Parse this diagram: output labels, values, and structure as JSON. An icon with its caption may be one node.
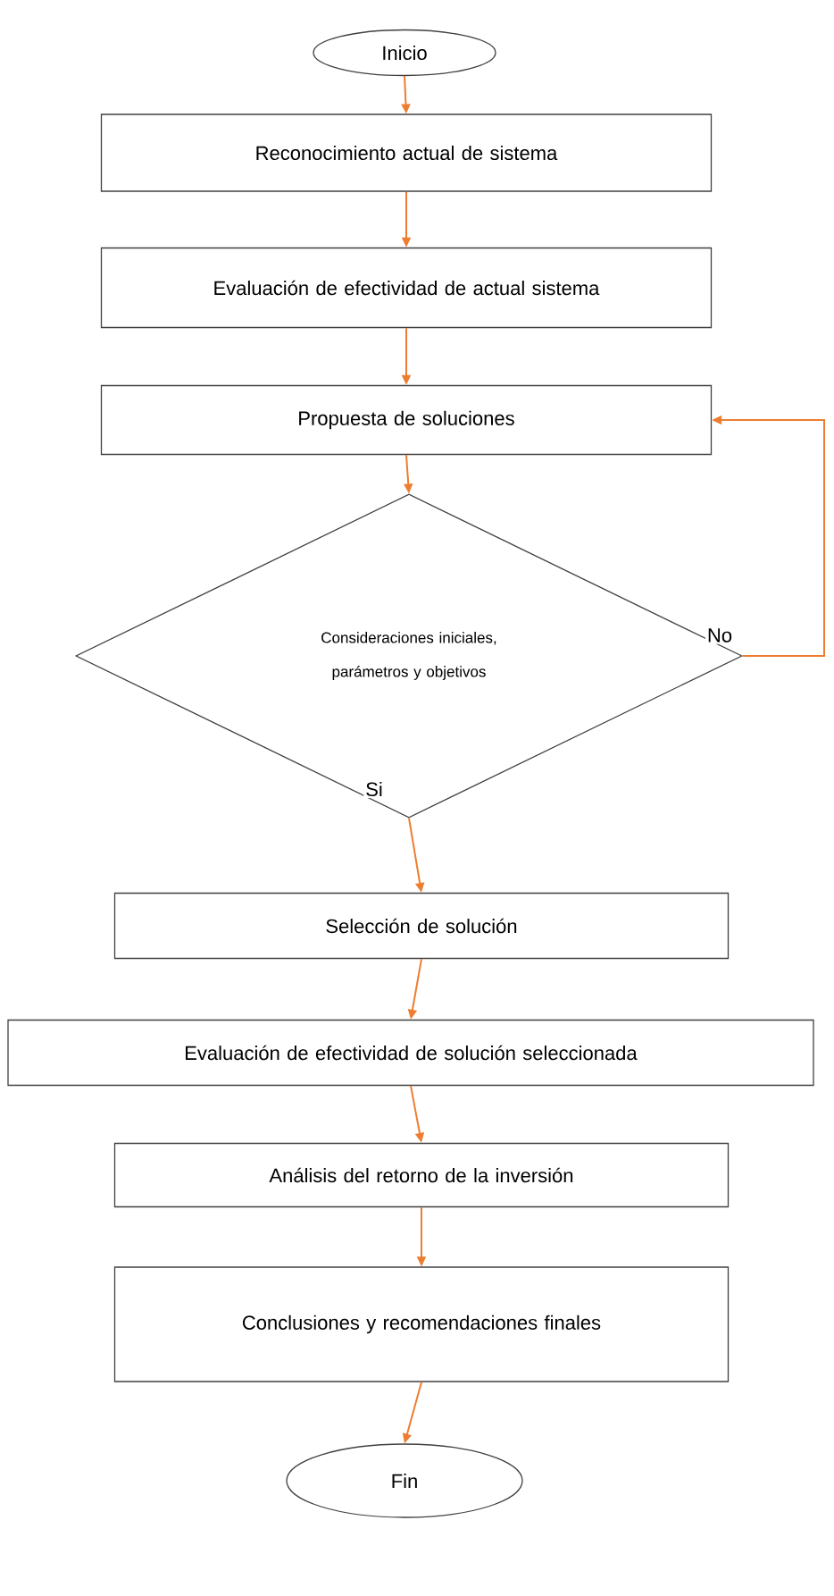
{
  "diagram": {
    "nodes": [
      {
        "text": [
          "Inicio"
        ]
      },
      {
        "text": [
          "Reconocimiento actual de sistema"
        ]
      },
      {
        "text": [
          "Evaluación de efectividad de actual sistema"
        ]
      },
      {
        "text": [
          "Propuesta de soluciones"
        ]
      },
      {
        "text": [
          "Consideraciones iniciales, parámetros y objetivos"
        ]
      },
      {
        "text": [
          "Selección de solución"
        ]
      },
      {
        "text": [
          "Evaluación de efectividad de solución seleccionada"
        ]
      },
      {
        "text": [
          "Análisis del retorno de la inversión"
        ]
      },
      {
        "text": [
          "Conclusiones y recomendaciones finales"
        ]
      },
      {
        "text": [
          "Fin"
        ]
      }
    ],
    "edges": [
      {
        "from": 0,
        "to": 1,
        "arrow": "to"
      },
      {
        "from": 1,
        "to": 2,
        "arrow": "to"
      },
      {
        "from": 2,
        "to": 3,
        "arrow": "to"
      },
      {
        "from": 3,
        "to": 4,
        "arrow": "to"
      },
      {
        "from": 4,
        "to": 5,
        "arrow": "to",
        "label": "Si"
      },
      {
        "from": 4,
        "to": 3,
        "arrow": "to",
        "label": "No"
      },
      {
        "from": 5,
        "to": 6,
        "arrow": "to"
      },
      {
        "from": 6,
        "to": 7,
        "arrow": "to"
      },
      {
        "from": 7,
        "to": 8,
        "arrow": "to"
      },
      {
        "from": 8,
        "to": 9,
        "arrow": "to"
      }
    ]
  }
}
